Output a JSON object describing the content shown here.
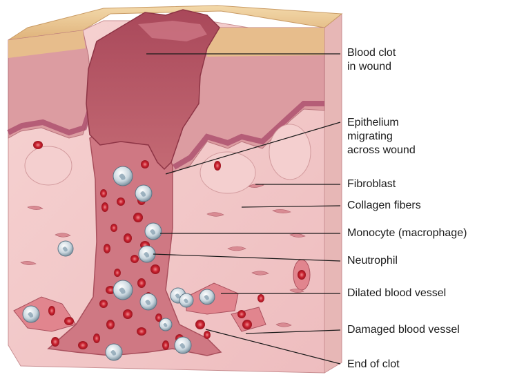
{
  "diagram": {
    "labels": [
      {
        "id": "blood-clot",
        "lines": [
          "Blood clot",
          "in wound"
        ]
      },
      {
        "id": "epithelium",
        "lines": [
          "Epithelium",
          "migrating",
          "across wound"
        ]
      },
      {
        "id": "fibroblast",
        "lines": [
          "Fibroblast"
        ]
      },
      {
        "id": "collagen",
        "lines": [
          "Collagen fibers"
        ]
      },
      {
        "id": "monocyte",
        "lines": [
          "Monocyte (macrophage)"
        ]
      },
      {
        "id": "neutrophil",
        "lines": [
          "Neutrophil"
        ]
      },
      {
        "id": "dilated-vessel",
        "lines": [
          "Dilated blood vessel"
        ]
      },
      {
        "id": "damaged-vessel",
        "lines": [
          "Damaged blood vessel"
        ]
      },
      {
        "id": "end-of-clot",
        "lines": [
          "End of clot"
        ]
      }
    ]
  },
  "colors": {
    "epidermis_top": "#e9c48e",
    "epidermis_layer": "#d9969b",
    "dermis": "#f2c9c9",
    "clot": "#b8505c",
    "wound_channel": "#cc6e7a",
    "rbc": "#c8202e",
    "leader_line": "#1a1a1a"
  }
}
